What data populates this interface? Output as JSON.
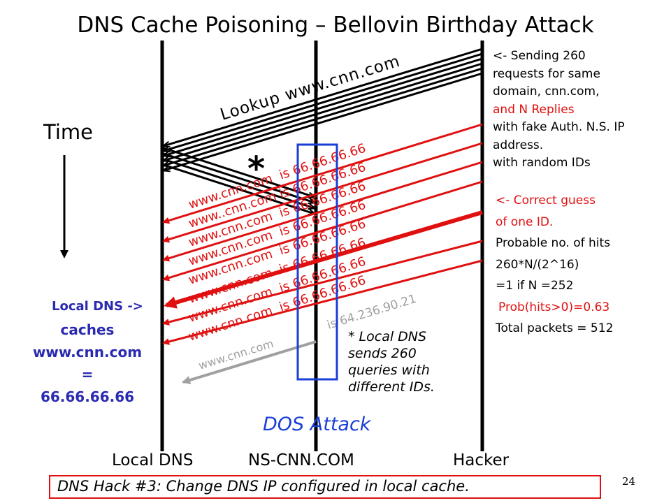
{
  "title": "DNS Cache Poisoning – Bellovin Birthday Attack",
  "time_label": "Time",
  "lookup_label": "Lookup www.cnn.com",
  "star": "*",
  "fake_replies": [
    "www.cnn.com  is 66.66.66.66",
    "www..cnn.com is 66.66.66.66",
    "www.cnn.com  is 66.66.66.66",
    "www.cnn.com  is 66.66.66.66",
    "www.cnn.com  is 66.66.66.66",
    "www.cnn.com  is 66.66.66.66",
    "www.cnn.com  is 66.66.66.66",
    "www.cnn.com  is 66.66.66.66"
  ],
  "real_reply_left": "www.cnn.com",
  "real_reply_right": "is 64.236.90.21",
  "hacker_notes": {
    "line1": "<- Sending 260",
    "line2": "requests for same",
    "line3": "domain, cnn.com,",
    "line4": "and N Replies",
    "line5": "with fake Auth. N.S. IP",
    "line6": "address.",
    "line7": "with random IDs"
  },
  "guess_notes": {
    "line1": "<- Correct guess",
    "line2": "of one ID.",
    "line3": "Probable no. of hits",
    "line4": "260*N/(2^16)",
    "line5": "=1 if N =252",
    "line6": "Prob(hits>0)=0.63",
    "line7": "Total packets = 512"
  },
  "local_dns_arrow_label": "Local DNS ->",
  "caches": {
    "line1": "caches",
    "line2": "www.cnn.com",
    "line3": "=",
    "line4": "66.66.66.66"
  },
  "local_note": {
    "line1": "* Local DNS",
    "line2": "sends 260",
    "line3": "queries with",
    "line4": "different IDs."
  },
  "dos_attack": "DOS Attack",
  "nodes": {
    "local_dns": "Local DNS",
    "ns_cnn": "NS-CNN.COM",
    "hacker": "Hacker"
  },
  "footer": "DNS Hack #3: Change DNS IP configured in local cache.",
  "page_number": "24",
  "colors": {
    "fake_reply": "#e01010",
    "real_reply": "#a0a0a0",
    "highlight_box": "#1a3ed8",
    "caches_text": "#2a2ab0"
  }
}
